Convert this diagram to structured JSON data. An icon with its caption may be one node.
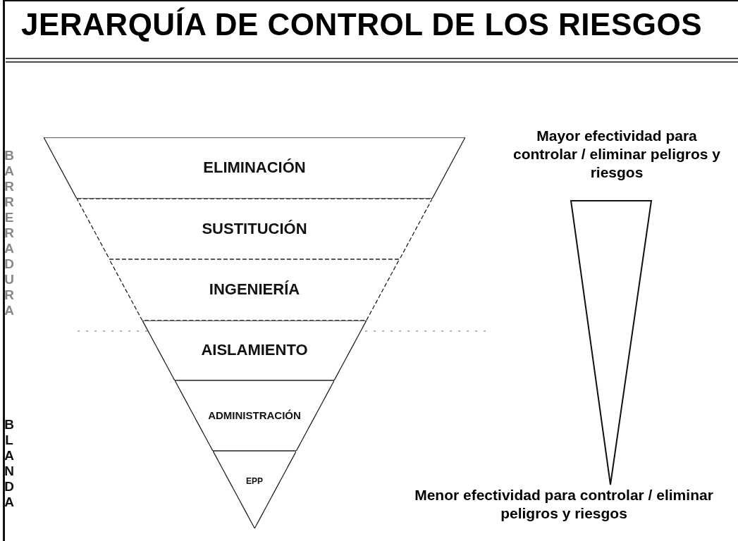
{
  "diagram": {
    "title": "JERARQUÍA DE CONTROL DE LOS RIESGOS",
    "nodes": [
      {
        "text": [
          "ELIMINACIÓN"
        ]
      },
      {
        "text": [
          "SUSTITUCIÓN"
        ]
      },
      {
        "text": [
          "INGENIERÍA"
        ]
      },
      {
        "text": [
          "AISLAMIENTO"
        ]
      },
      {
        "text": [
          "ADMINISTRACIÓN"
        ]
      },
      {
        "text": [
          "EPP"
        ]
      },
      {
        "text": [],
        "shape": "triangle"
      }
    ],
    "edges": [],
    "labels": [
      "BARRERA DURA",
      "BLANDA",
      "Mayor efectividad para controlar / eliminar peligros y riesgos",
      "Menor efectividad para controlar / eliminar peligros y riesgos"
    ]
  }
}
